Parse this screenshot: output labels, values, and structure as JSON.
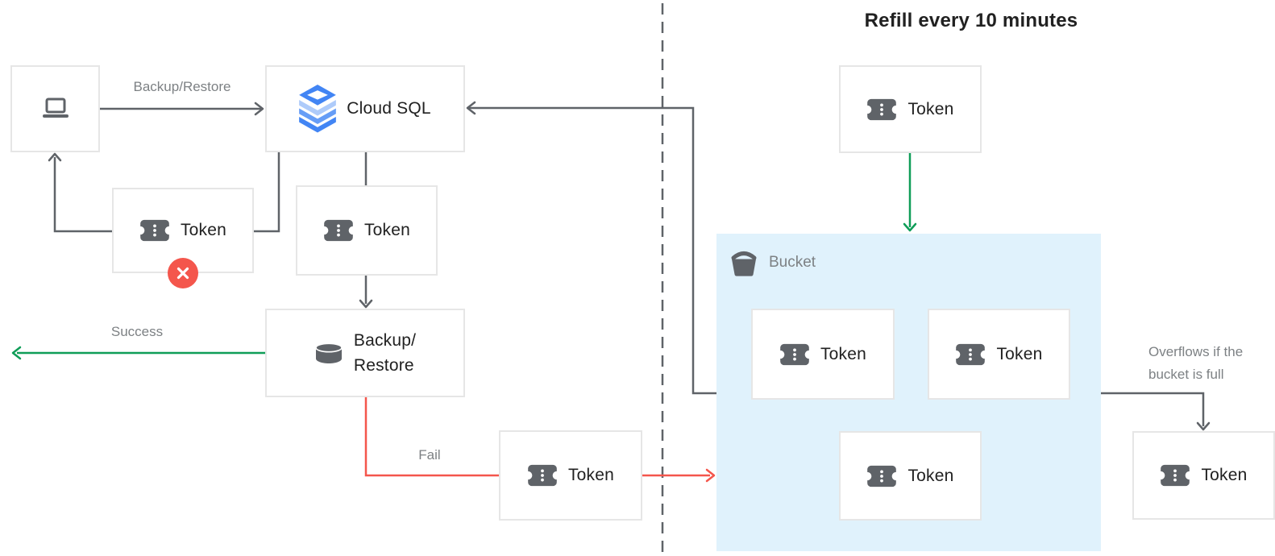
{
  "diagram": {
    "title": "Refill every 10 minutes",
    "cloud_sql": {
      "label": "Cloud SQL"
    },
    "token_rejected": {
      "label": "Token"
    },
    "token_request": {
      "label": "Token"
    },
    "backup_restore": {
      "line1": "Backup/",
      "line2": "Restore"
    },
    "token_fail": {
      "label": "Token"
    },
    "token_refill": {
      "label": "Token"
    },
    "token_overflow": {
      "label": "Token"
    },
    "bucket": {
      "label": "Bucket",
      "tokens": [
        {
          "label": "Token"
        },
        {
          "label": "Token"
        },
        {
          "label": "Token"
        }
      ]
    },
    "edge_labels": {
      "backup_restore": "Backup/Restore",
      "success": "Success",
      "fail": "Fail",
      "overflow_line1": "Overflows if the",
      "overflow_line2": "bucket is full"
    },
    "colors": {
      "green": "#0F9D58",
      "red": "#F4564C",
      "line_gray": "#5F6368",
      "label_gray": "#7D8184",
      "bucket_fill": "#E0F2FC",
      "icon_gray": "#5F6368",
      "cloud_sql_blue": "#4285F4",
      "error_badge": "#F4564C"
    }
  }
}
